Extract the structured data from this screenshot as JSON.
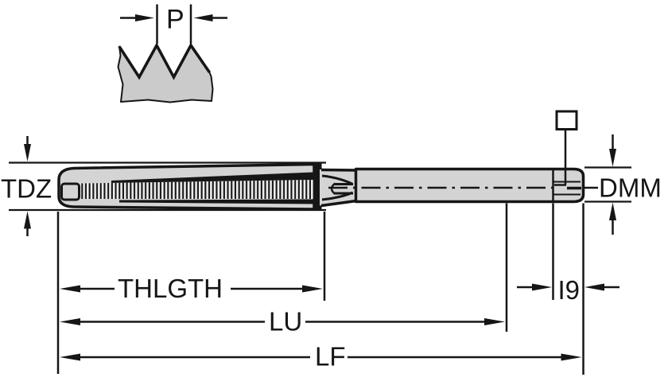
{
  "diagram": {
    "type": "technical-dimension-drawing",
    "subject": "Hand tap side view with thread profile detail and dimension callouts",
    "labels": {
      "pitch": "P",
      "thread_tolerance_diameter": "TDZ",
      "shank_diameter": "DMM",
      "thread_length": "THLGTH",
      "usable_length": "LU",
      "overall_length": "LF",
      "square_length": "I9"
    },
    "icons": {
      "square_drive_symbol": "square-outline"
    },
    "colors": {
      "background": "#ffffff",
      "line": "#161616",
      "body_fill": "#d4d4d4",
      "profile_fill": "#cbcbcb",
      "hatch_bg": "#ededed"
    }
  }
}
